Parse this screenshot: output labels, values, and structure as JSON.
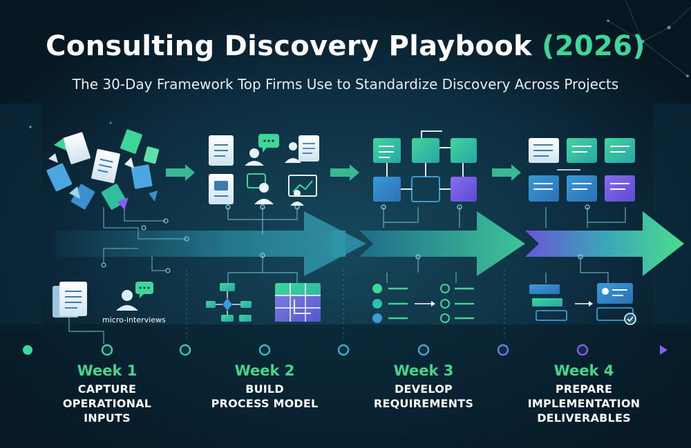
{
  "header": {
    "title_main": "Consulting Discovery Playbook",
    "title_year": "(2026)",
    "subtitle": "The 30-Day Framework Top Firms Use to Standardize Discovery Across Projects"
  },
  "labels": {
    "micro_interviews": "micro-interviews"
  },
  "weeks": [
    {
      "num": "Week 1",
      "title": "CAPTURE\nOPERATIONAL\nINPUTS"
    },
    {
      "num": "Week 2",
      "title": "BUILD\nPROCESS MODEL"
    },
    {
      "num": "Week 3",
      "title": "DEVELOP\nREQUIREMENTS"
    },
    {
      "num": "Week 4",
      "title": "PREPARE\nIMPLEMENTATION\nDELIVERABLES"
    }
  ],
  "colors": {
    "accent_green": "#3fd69a",
    "accent_teal": "#2bb8b0",
    "accent_purple": "#8a5cf0",
    "background": "#0a2232"
  },
  "icons": [
    "scattered-documents-icon",
    "document-icon",
    "chat-user-icon",
    "presenter-icon",
    "contact-card-icon",
    "flow-grid-icon",
    "checklist-icon",
    "deliverable-card-icon"
  ]
}
